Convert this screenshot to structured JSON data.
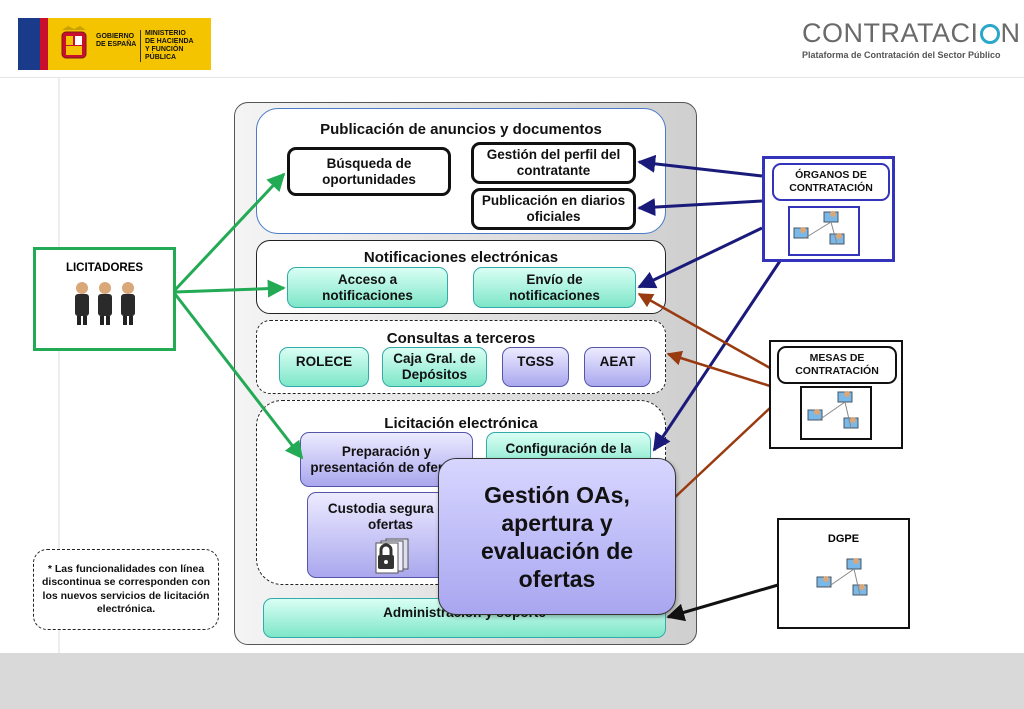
{
  "header": {
    "gov_line1": "GOBIERNO",
    "gov_line2": "DE ESPAÑA",
    "min_line1": "MINISTERIO",
    "min_line2": "DE HACIENDA",
    "min_line3": "Y FUNCIÓN PÚBLICA",
    "brand_prefix": "CONTRATACI",
    "brand_suffix": "N",
    "brand_subtitle": "Plataforma de Contratación del Sector Público"
  },
  "sections": {
    "publicacion": {
      "title": "Publicación de anuncios y documentos",
      "busqueda": "Búsqueda de oportunidades",
      "perfil": "Gestión del perfil del contratante",
      "diarios": "Publicación en diarios oficiales"
    },
    "notificaciones": {
      "title": "Notificaciones electrónicas",
      "acceso": "Acceso a notificaciones",
      "envio": "Envío de notificaciones"
    },
    "consultas": {
      "title": "Consultas a terceros",
      "rolece": "ROLECE",
      "caja": "Caja Gral. de Depósitos",
      "tgss": "TGSS",
      "aeat": "AEAT"
    },
    "licitacion": {
      "title": "Licitación electrónica",
      "preparacion": "Preparación y presentación de ofertas",
      "configuracion": "Configuración de la",
      "custodia": "Custodia segura de ofertas"
    },
    "administracion": "Administración y soporte"
  },
  "actors": {
    "licitadores": "LICITADORES",
    "organos": "ÓRGANOS DE CONTRATACIÓN",
    "mesas": "MESAS DE CONTRATACIÓN",
    "dgpe": "DGPE"
  },
  "callout": "Gestión OAs, apertura y evaluación de ofertas",
  "note": "* Las funcionalidades con línea discontinua se corresponden con los nuevos servicios de licitación electrónica.",
  "colors": {
    "green_arrow": "#22aa55",
    "navy_arrow": "#1a1a7a",
    "brown_arrow": "#9a3a10",
    "organos_border": "#3333bb",
    "licitadores_border": "#22aa55"
  }
}
